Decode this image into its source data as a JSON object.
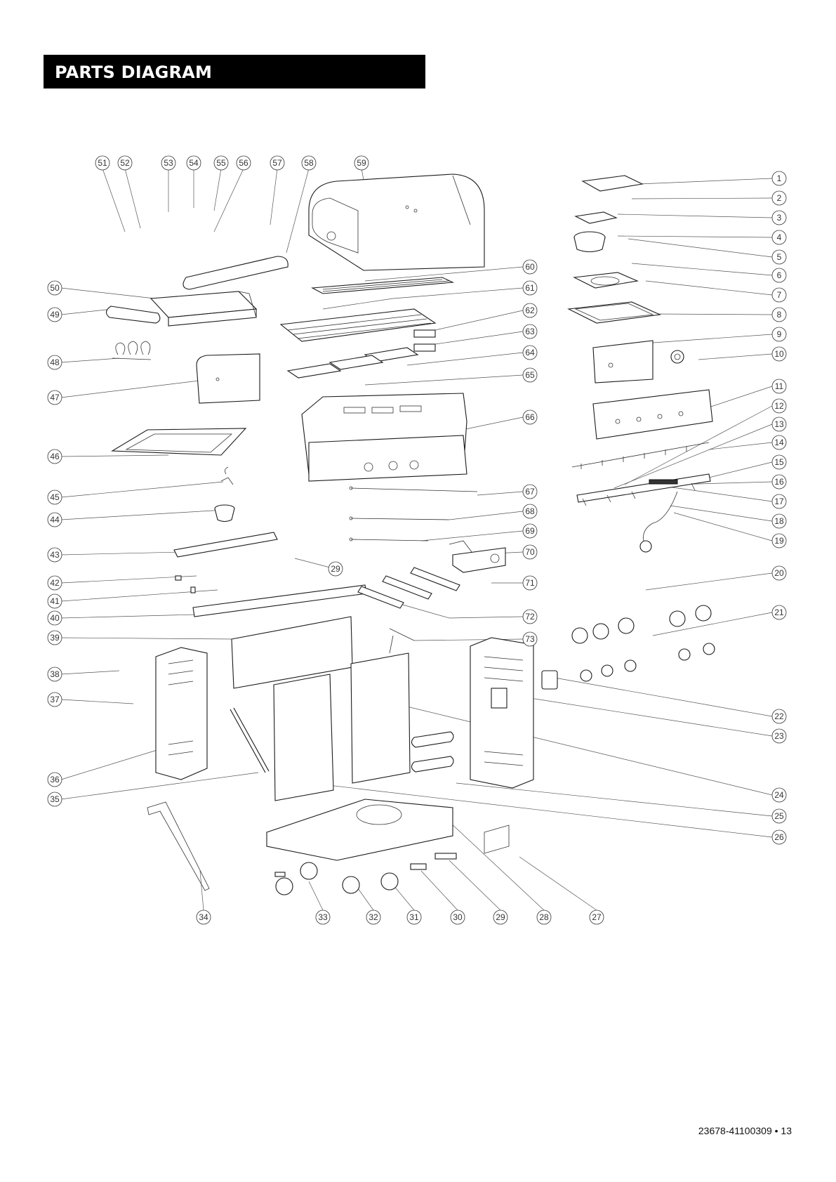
{
  "header": {
    "title": "PARTS DIAGRAM"
  },
  "footer": {
    "document_number": "23678-41100309 • 13"
  },
  "diagram": {
    "callouts_top": [
      "51",
      "52",
      "53",
      "54",
      "55",
      "56",
      "57",
      "58",
      "59"
    ],
    "callouts_right": [
      "1",
      "2",
      "3",
      "4",
      "5",
      "6",
      "7",
      "8",
      "9",
      "10",
      "11",
      "12",
      "13",
      "14",
      "15",
      "16",
      "17",
      "18",
      "19",
      "20",
      "21",
      "22",
      "23",
      "24",
      "25",
      "26"
    ],
    "callouts_left": [
      "50",
      "49",
      "48",
      "47",
      "46",
      "45",
      "44",
      "43",
      "42",
      "41",
      "40",
      "39",
      "38",
      "37",
      "36",
      "35"
    ],
    "callouts_center": [
      "60",
      "61",
      "62",
      "63",
      "64",
      "65",
      "66",
      "67",
      "68",
      "69",
      "70",
      "71",
      "72",
      "73",
      "29"
    ],
    "callouts_bottom": [
      "34",
      "33",
      "32",
      "31",
      "30",
      "29",
      "28",
      "27"
    ]
  },
  "colors": {
    "header_background": "#000000",
    "header_text": "#ffffff",
    "line_art": "#1a1a1a",
    "background": "#ffffff"
  }
}
